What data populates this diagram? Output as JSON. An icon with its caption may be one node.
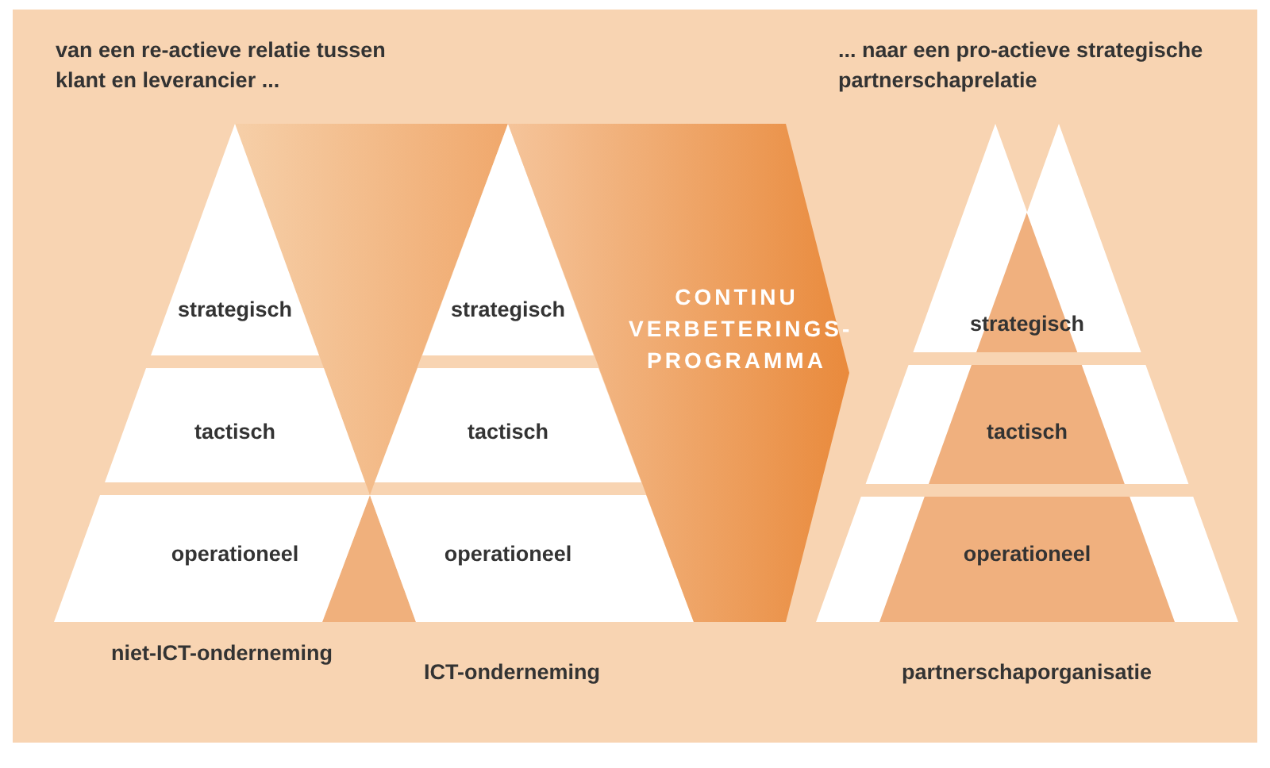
{
  "diagram": {
    "nodes": [
      {
        "text": [
          "strategisch"
        ]
      },
      {
        "text": [
          "tactisch"
        ]
      },
      {
        "text": [
          "operationeel"
        ]
      },
      {
        "text": [
          "strategisch"
        ]
      },
      {
        "text": [
          "tactisch"
        ]
      },
      {
        "text": [
          "operationeel"
        ]
      },
      {
        "text": [
          "CONTINU VERBETERINGS-PROGRAMMA"
        ]
      },
      {
        "text": [
          "strategisch"
        ]
      },
      {
        "text": [
          "tactisch"
        ]
      },
      {
        "text": [
          "operationeel"
        ]
      }
    ],
    "labels": [
      "van een re-actieve relatie tussen klant en leverancier ...",
      "... naar een pro-actieve strategische partnerschaprelatie",
      "niet-ICT-onderneming",
      "ICT-onderneming",
      "partnerschaporganisatie"
    ]
  }
}
